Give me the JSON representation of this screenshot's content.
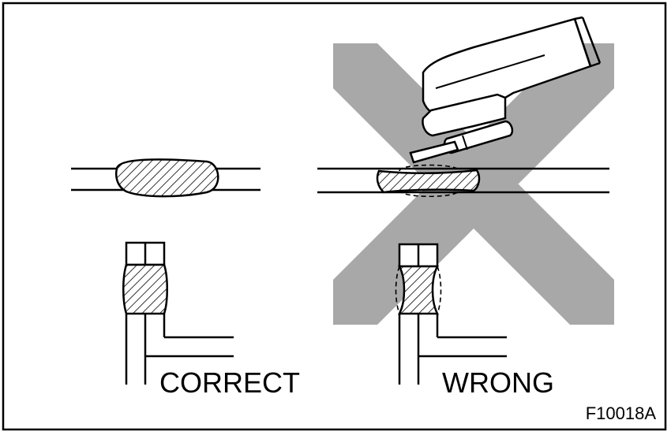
{
  "labels": {
    "correct": "CORRECT",
    "wrong": "WRONG",
    "figure_code": "F10018A"
  },
  "colors": {
    "line": "#000000",
    "cross": "#a8a8a8",
    "background": "#ffffff"
  }
}
